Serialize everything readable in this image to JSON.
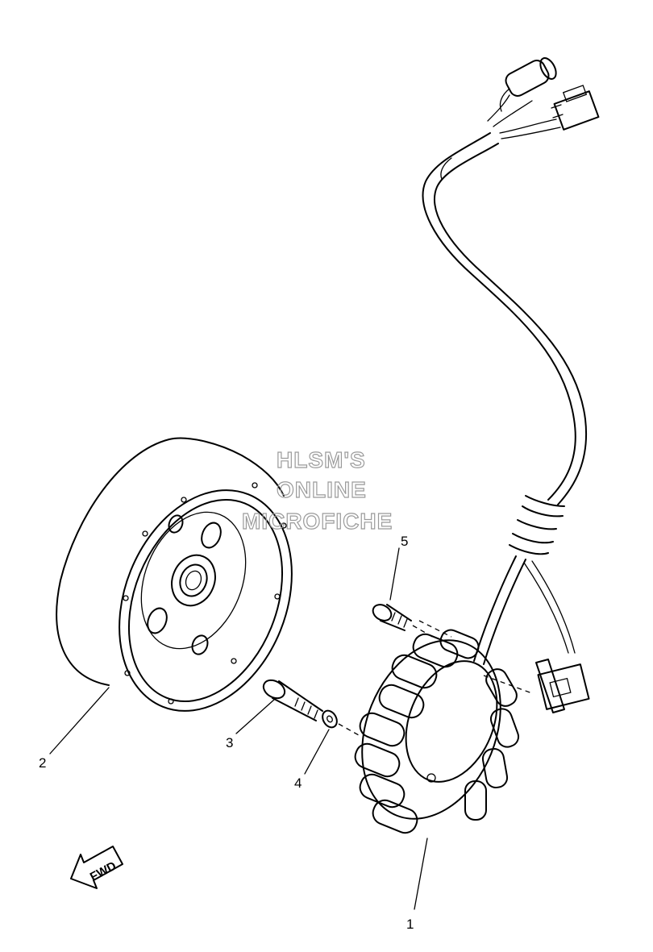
{
  "watermark": {
    "line1": "HLSM'S",
    "line2": "ONLINE",
    "line3": "MICROFICHE",
    "color": "#9a9a9a"
  },
  "callouts": [
    {
      "id": "1",
      "label": "1"
    },
    {
      "id": "2",
      "label": "2"
    },
    {
      "id": "3",
      "label": "3"
    },
    {
      "id": "4",
      "label": "4"
    },
    {
      "id": "5",
      "label": "5"
    }
  ],
  "direction_marker": {
    "label": "FWD",
    "icon": "arrow-left-down-icon"
  },
  "line_color": "#000000"
}
